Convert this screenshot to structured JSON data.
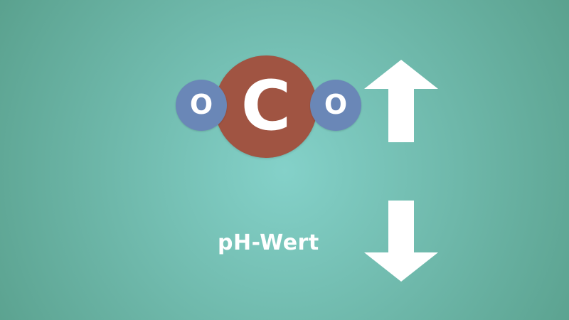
{
  "colors": {
    "background_center": "#84d1c9",
    "background_edge": "#5aa18e",
    "carbon": "#a05442",
    "oxygen": "#6a87b7",
    "text": "#ffffff",
    "arrow": "#ffffff"
  },
  "molecule": {
    "left_atom": "O",
    "center_atom": "C",
    "right_atom": "O"
  },
  "indicators": {
    "upper_arrow_direction": "up",
    "lower_arrow_direction": "down"
  },
  "labels": {
    "ph": "pH-Wert"
  }
}
